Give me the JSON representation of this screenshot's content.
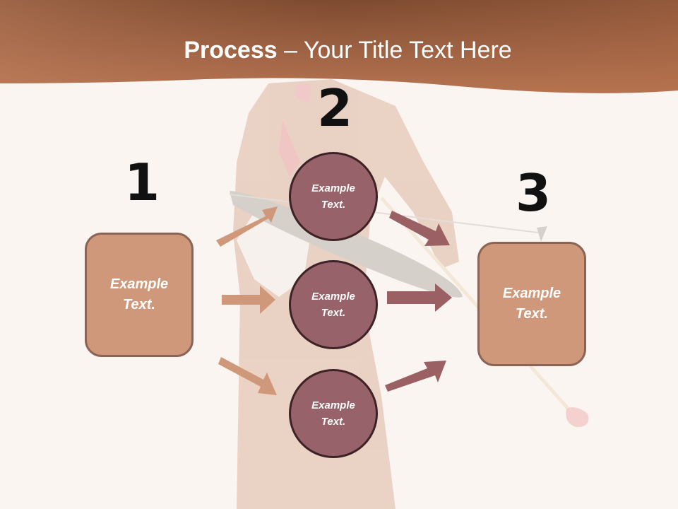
{
  "title": {
    "bold": "Process",
    "rest": " – Your Title Text Here"
  },
  "steps": [
    {
      "number": "1",
      "text": "Example\nText."
    },
    {
      "number": "2",
      "circles": [
        "Example\nText.",
        "Example\nText.",
        "Example\nText."
      ]
    },
    {
      "number": "3",
      "text": "Example\nText."
    }
  ],
  "colors": {
    "header": "#a8694a",
    "background": "#fbf5f2",
    "box_fill": "#d0987a",
    "box_border": "#8b6456",
    "circle_fill": "#98626a",
    "circle_border": "#3d2326",
    "arrow_left": "#d0987a",
    "arrow_right": "#9a6064"
  }
}
